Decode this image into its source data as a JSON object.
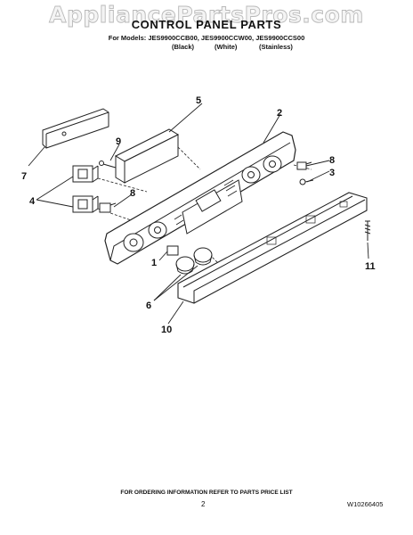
{
  "watermark": "AppliancePartsPros.com",
  "header": {
    "title": "CONTROL PANEL PARTS",
    "models_line": "For Models: JES9900CCB00, JES9900CCW00, JES9900CCS00",
    "finishes": [
      "(Black)",
      "(White)",
      "(Stainless)"
    ]
  },
  "callouts": [
    "1",
    "2",
    "3",
    "4",
    "5",
    "6",
    "7",
    "8",
    "8",
    "9",
    "10",
    "11"
  ],
  "footer": {
    "note": "FOR ORDERING INFORMATION REFER TO PARTS PRICE LIST",
    "page": "2",
    "doc_code": "W10266405"
  }
}
